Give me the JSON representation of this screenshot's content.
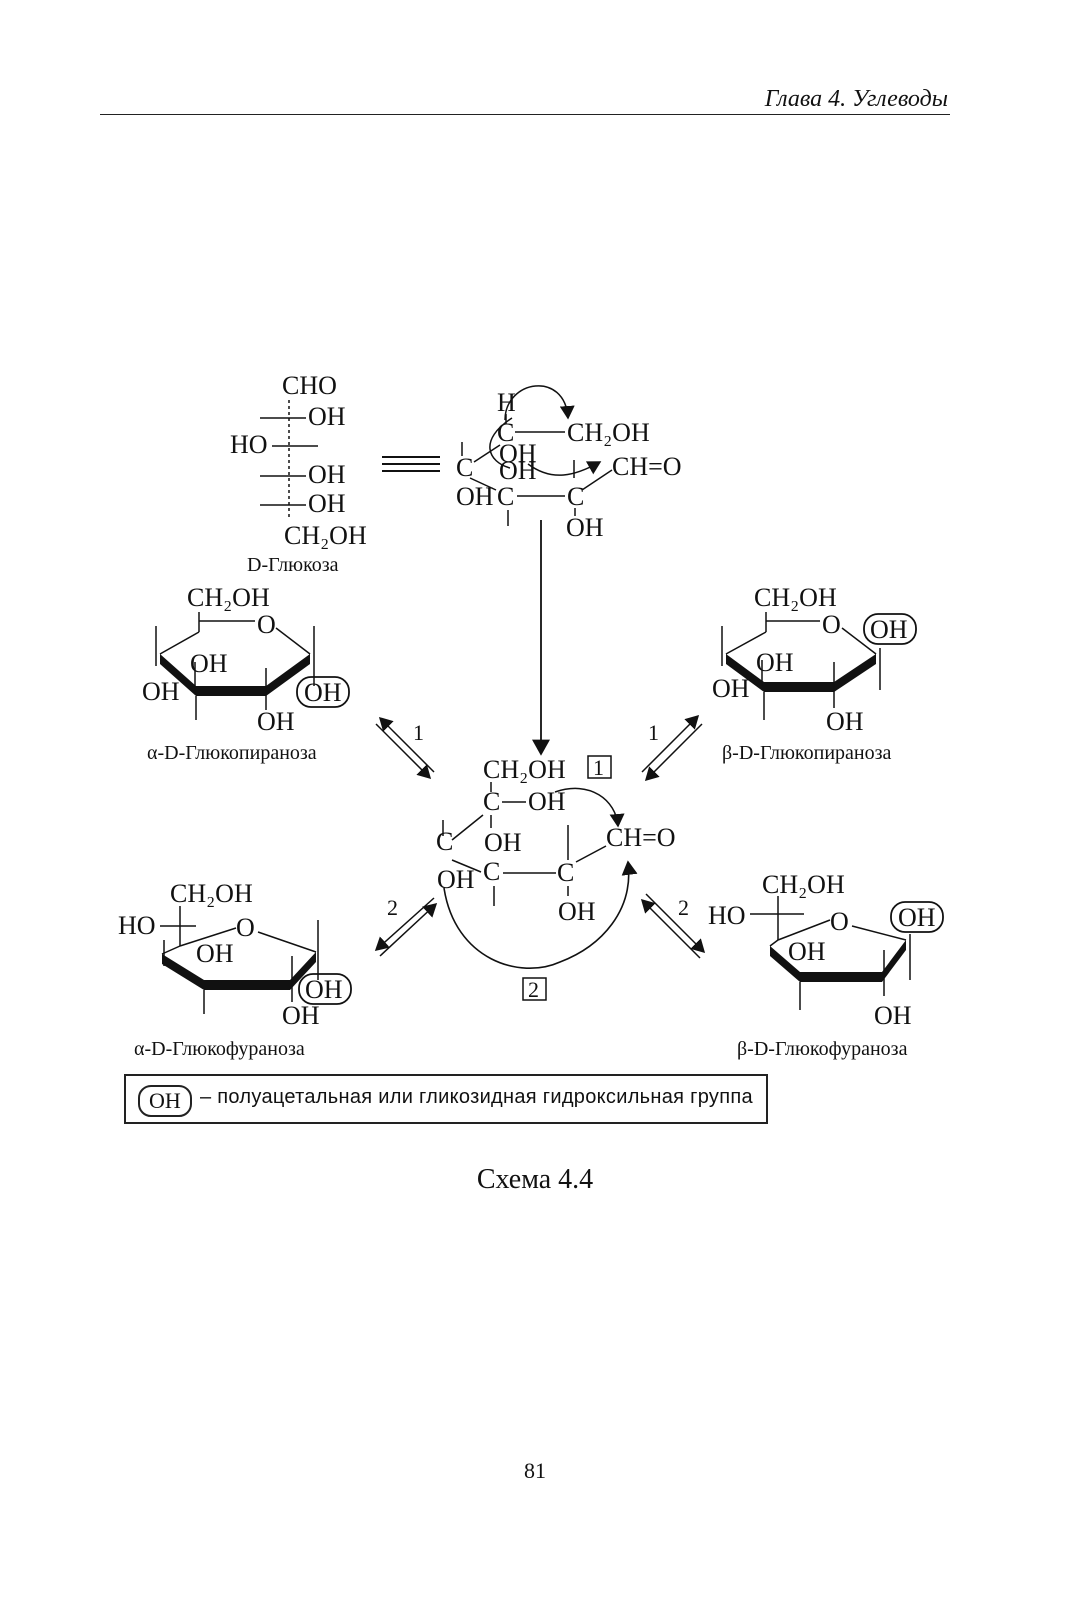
{
  "header": {
    "title": "Глава 4. Углеводы"
  },
  "fischer": {
    "labels": [
      "CHO",
      "OH",
      "HO",
      "OH",
      "OH",
      "CH₂OH"
    ],
    "caption": "D-Глюкоза"
  },
  "open_chain": {
    "labels": [
      "H",
      "C",
      "CH₂OH",
      "C",
      "OH",
      "OH",
      "CH=O",
      "OH",
      "C",
      "C",
      "OH"
    ]
  },
  "center": {
    "labels": [
      "CH₂OH",
      "C",
      "OH",
      "C",
      "OH",
      "CH=O",
      "OH",
      "C",
      "C",
      "OH"
    ],
    "marker1": "1",
    "marker2": "2"
  },
  "alpha_pyranose": {
    "labels": [
      "CH₂OH",
      "O",
      "OH",
      "OH",
      "OH",
      "OH"
    ],
    "caption": "α-D-Глюкопираноза"
  },
  "beta_pyranose": {
    "labels": [
      "CH₂OH",
      "O",
      "OH",
      "OH",
      "OH",
      "OH"
    ],
    "caption": "β-D-Глюкопираноза"
  },
  "alpha_furanose": {
    "labels": [
      "CH₂OH",
      "HO",
      "O",
      "OH",
      "OH",
      "OH"
    ],
    "caption": "α-D-Глюкофураноза"
  },
  "beta_furanose": {
    "labels": [
      "CH₂OH",
      "HO",
      "O",
      "OH",
      "OH",
      "OH"
    ],
    "caption": "β-D-Глюкофураноза"
  },
  "arrows": {
    "label1": "1",
    "label2": "2"
  },
  "legend": {
    "oh": "OH",
    "text": "– полуацетальная или гликозидная гидроксильная группа"
  },
  "caption": "Схема 4.4",
  "page_number": "81"
}
